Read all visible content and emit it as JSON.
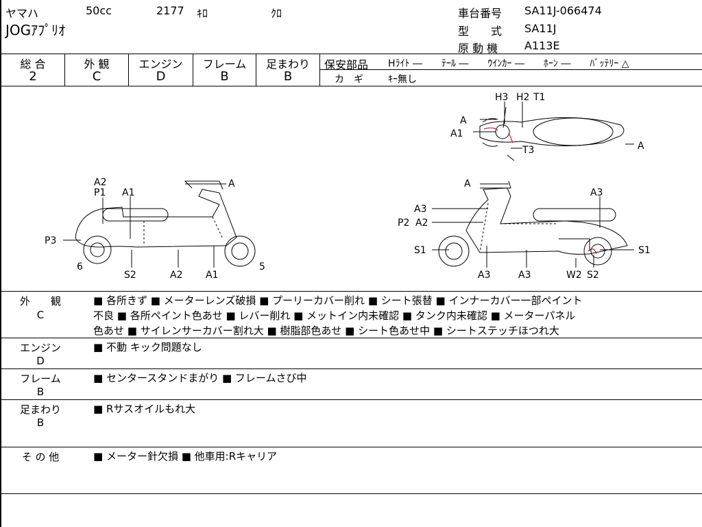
{
  "header": {
    "maker": "ヤマハ",
    "displacement": "50cc",
    "mileage": "2177",
    "mileage_unit": "ｷﾛ",
    "color": "ｸﾛ",
    "model_name": "JOGｱﾌﾟﾘｵ",
    "chassis_label": "車台番号",
    "chassis_value": "SA11J-066474",
    "type_label": "型　　式",
    "type_value": "SA11J",
    "engine_label": "原 動 機",
    "engine_value": "A113E"
  },
  "grades": {
    "headers": [
      "総 合",
      "外 観",
      "エンジン",
      "フレーム",
      "足まわり"
    ],
    "values": [
      "2",
      "C",
      "D",
      "B",
      "B"
    ]
  },
  "safety": {
    "label": "保安部品",
    "items": "Hﾗｲﾄ ―　　ﾃｰﾙ ―　　ｳｲﾝｶｰ ―　　ﾎｰﾝ ―　　ﾊﾞｯﾃﾘｰ △",
    "key_label": "カ　ギ",
    "key_value": "ｷｰ無し"
  },
  "diagram_labels": {
    "top": [
      "H3",
      "H2",
      "T1",
      "A",
      "A1",
      "T3",
      "A"
    ],
    "left": [
      "A2",
      "P1",
      "A1",
      "A",
      "P3",
      "6",
      "S2",
      "A2",
      "A1",
      "5"
    ],
    "right": [
      "A",
      "A3",
      "A3",
      "P2",
      "A2",
      "S1",
      "A3",
      "A3",
      "S1",
      "W2",
      "S2"
    ]
  },
  "notes": {
    "exterior": {
      "title": "外　　観",
      "grade": "C",
      "lines": [
        "■ 各所きず ■ メーターレンズ破損 ■ プーリーカバー削れ ■ シート張替 ■ インナーカバー一部ペイント",
        "不良 ■ 各所ペイント色あせ ■ レバー削れ ■ メットイン内未確認 ■ タンク内未確認 ■ メーターパネル",
        "色あせ ■ サイレンサーカバー割れ大 ■ 樹脂部色あせ ■ シート色あせ中 ■ シートステッチほつれ大"
      ]
    },
    "engine": {
      "title": "エンジン",
      "grade": "D",
      "lines": [
        "■ 不動 キック問題なし"
      ]
    },
    "frame": {
      "title": "フレーム",
      "grade": "B",
      "lines": [
        "■ センタースタンドまがり ■ フレームさび中"
      ]
    },
    "suspension": {
      "title": "足まわり",
      "grade": "B",
      "lines": [
        "■ Rサスオイルもれ大"
      ]
    },
    "other": {
      "title": "そ の 他",
      "lines": [
        "■ メーター針欠損 ■ 他車用:Rキャリア"
      ]
    }
  }
}
